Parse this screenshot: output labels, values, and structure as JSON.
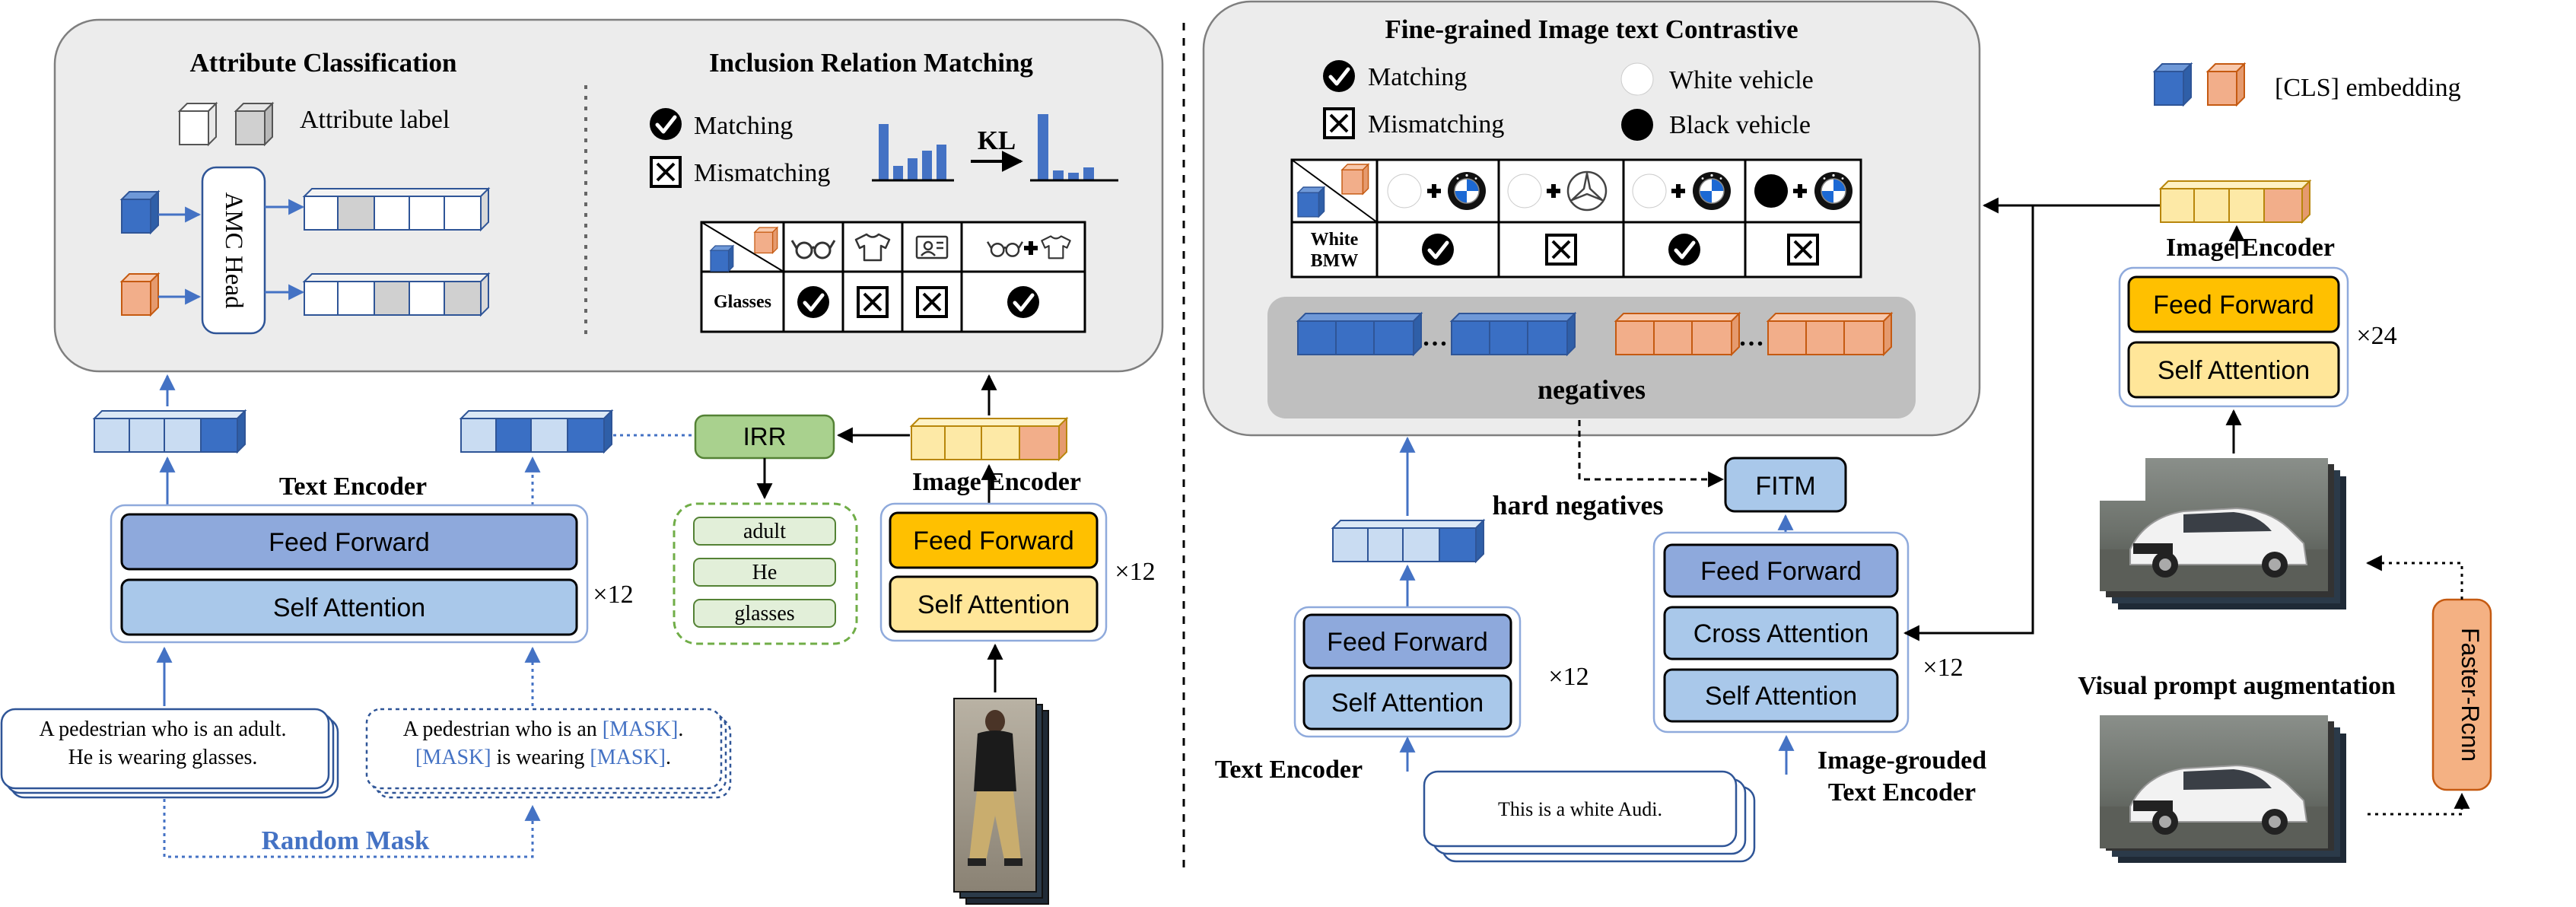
{
  "left": {
    "attr_title": "Attribute  Classification",
    "attr_label": "Attribute label",
    "amc_head": "AMC Head",
    "irm_title": "Inclusion Relation Matching",
    "legend_matching": "Matching",
    "legend_mismatching": "Mismatching",
    "kl": "KL",
    "glasses_row": "Glasses",
    "text_encoder": "Text Encoder",
    "feed_forward": "Feed Forward",
    "self_attention": "Self Attention",
    "x12": "×12",
    "irr": "IRR",
    "irr_words": [
      "adult",
      "He",
      "glasses"
    ],
    "image_encoder": "Image Encoder",
    "caption_line1": "A pedestrian who is an adult.",
    "caption_line2": "He is wearing glasses.",
    "masked_line1_pre": "A pedestrian who is an ",
    "masked_line1_mask": "[MASK]",
    "masked_line1_post": ".",
    "masked_line2_mask_a": "[MASK]",
    "masked_line2_mid": " is wearing ",
    "masked_line2_mask_b": "[MASK]",
    "masked_line2_post": ".",
    "random_mask": "Random Mask"
  },
  "right": {
    "fitc_title": "Fine-grained Image text Contrastive",
    "legend_matching": "Matching",
    "legend_mismatching": "Mismatching",
    "white_vehicle": "White vehicle",
    "black_vehicle": "Black vehicle",
    "row_label_1": "White",
    "row_label_2": "BMW",
    "negatives": "negatives",
    "hard_negatives": "hard negatives",
    "fitm": "FITM",
    "cls_embedding": "[CLS] embedding",
    "image_encoder": "Image Encoder",
    "feed_forward": "Feed Forward",
    "self_attention": "Self Attention",
    "cross_attention": "Cross Attention",
    "x24": "×24",
    "x12": "×12",
    "text_encoder": "Text Encoder",
    "img_text_encoder_1": "Image-grouded",
    "img_text_encoder_2": "Text Encoder",
    "caption": "This is a white Audi.",
    "vpa": "Visual prompt augmentation",
    "faster_rcnn": "Faster-Rcnn"
  },
  "colors": {
    "blue_dark": "#3a6fc4",
    "blue_light": "#c9dcf2",
    "orange": "#f2ae8a",
    "yellow": "#fde9a6",
    "ff_blue": "#8ea9dc",
    "sa_blue": "#a9c8ea",
    "ff_orange": "#ffc000",
    "sa_yellow": "#ffe699",
    "irr_green": "#a9d18e",
    "panel_gray": "#ececec",
    "neg_gray": "#bfbfbf",
    "mask_text": "#4472c4"
  }
}
